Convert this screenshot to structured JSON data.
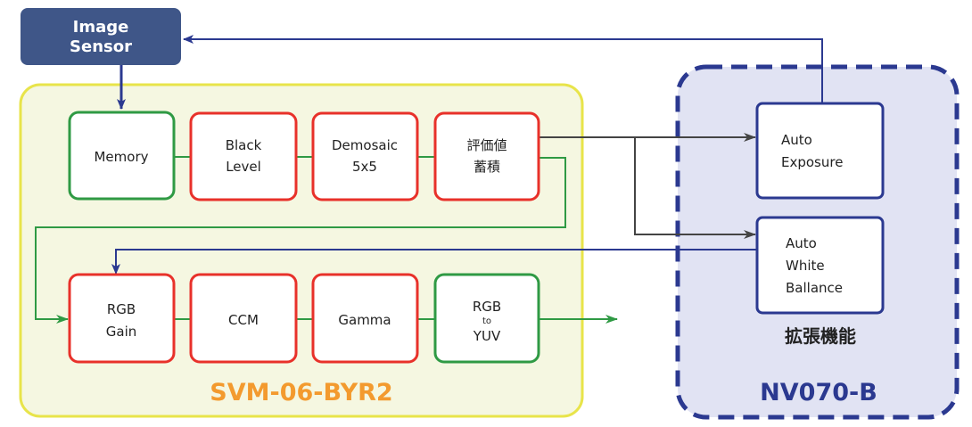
{
  "diagram": {
    "image_sensor": {
      "lines": [
        "Image",
        "Sensor"
      ]
    },
    "svm_group": {
      "title": "SVM-06-BYR2",
      "row1": [
        {
          "id": "memory",
          "lines": [
            "Memory"
          ],
          "border": "green"
        },
        {
          "id": "black-level",
          "lines": [
            "Black",
            "Level"
          ],
          "border": "red"
        },
        {
          "id": "demosaic",
          "lines": [
            "Demosaic",
            "5x5"
          ],
          "border": "red"
        },
        {
          "id": "eval-accum",
          "lines": [
            "評価値",
            "蓄積"
          ],
          "border": "red"
        }
      ],
      "row2": [
        {
          "id": "rgb-gain",
          "lines": [
            "RGB",
            "Gain"
          ],
          "border": "red"
        },
        {
          "id": "ccm",
          "lines": [
            "CCM"
          ],
          "border": "red"
        },
        {
          "id": "gamma",
          "lines": [
            "Gamma"
          ],
          "border": "red"
        },
        {
          "id": "rgb-to-yuv",
          "lines": [
            "RGB",
            "to",
            "YUV"
          ],
          "border": "green"
        }
      ]
    },
    "nv_group": {
      "title": "NV070-B",
      "subtitle": "拡張機能",
      "blocks": [
        {
          "id": "auto-exposure",
          "lines": [
            "Auto",
            "Exposure"
          ]
        },
        {
          "id": "auto-white-balance",
          "lines": [
            "Auto",
            "White",
            "Ballance"
          ]
        }
      ]
    },
    "colors": {
      "sensor_fill": "#3f5688",
      "svm_fill": "#f5f7e1",
      "svm_border": "#e8e44a",
      "nv_fill": "#e1e3f3",
      "nv_border": "#2b3990",
      "red": "#e8312a",
      "green": "#2f9a44",
      "dark_line": "#444444",
      "blue_line": "#2b3990",
      "orange_title": "#f39a2e"
    }
  }
}
